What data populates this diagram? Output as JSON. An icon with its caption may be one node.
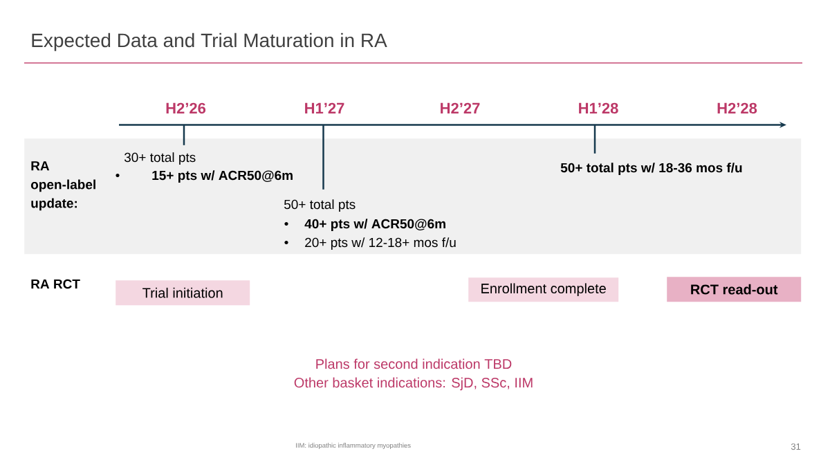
{
  "diagram": {
    "title": "Expected Data and Trial Maturation in RA",
    "nodes": [
      {
        "text": [
          "RA open-label update:"
        ]
      },
      {
        "text": [
          "30+ total pts",
          "15+ pts w/ ACR50@6m"
        ],
        "in": 0
      },
      {
        "text": [
          "50+ total pts",
          "40+ pts w/ ACR50@6m",
          "20+ pts w/ 12-18+ mos f/u"
        ],
        "in": 0
      },
      {
        "text": [
          "50+ total pts w/ 18-36 mos f/u"
        ],
        "in": 0
      },
      {
        "text": [
          "Trial initiation"
        ]
      },
      {
        "text": [
          "Enrollment complete"
        ]
      },
      {
        "text": [
          "RCT read-out"
        ]
      }
    ],
    "edges": [
      {
        "from": 1,
        "to": null,
        "arrow": "none"
      },
      {
        "from": 2,
        "to": null,
        "arrow": "none"
      },
      {
        "from": 3,
        "to": null,
        "arrow": "none"
      }
    ],
    "labels": [
      "H2’26",
      "H1’27",
      "H2’27",
      "H1’28",
      "H2’28",
      "RA RCT",
      "Plans for second indication TBD",
      "Other basket indications: SjD, SSc, IIM",
      "IIM: idiopathic inflammatory myopathies",
      "31"
    ]
  }
}
